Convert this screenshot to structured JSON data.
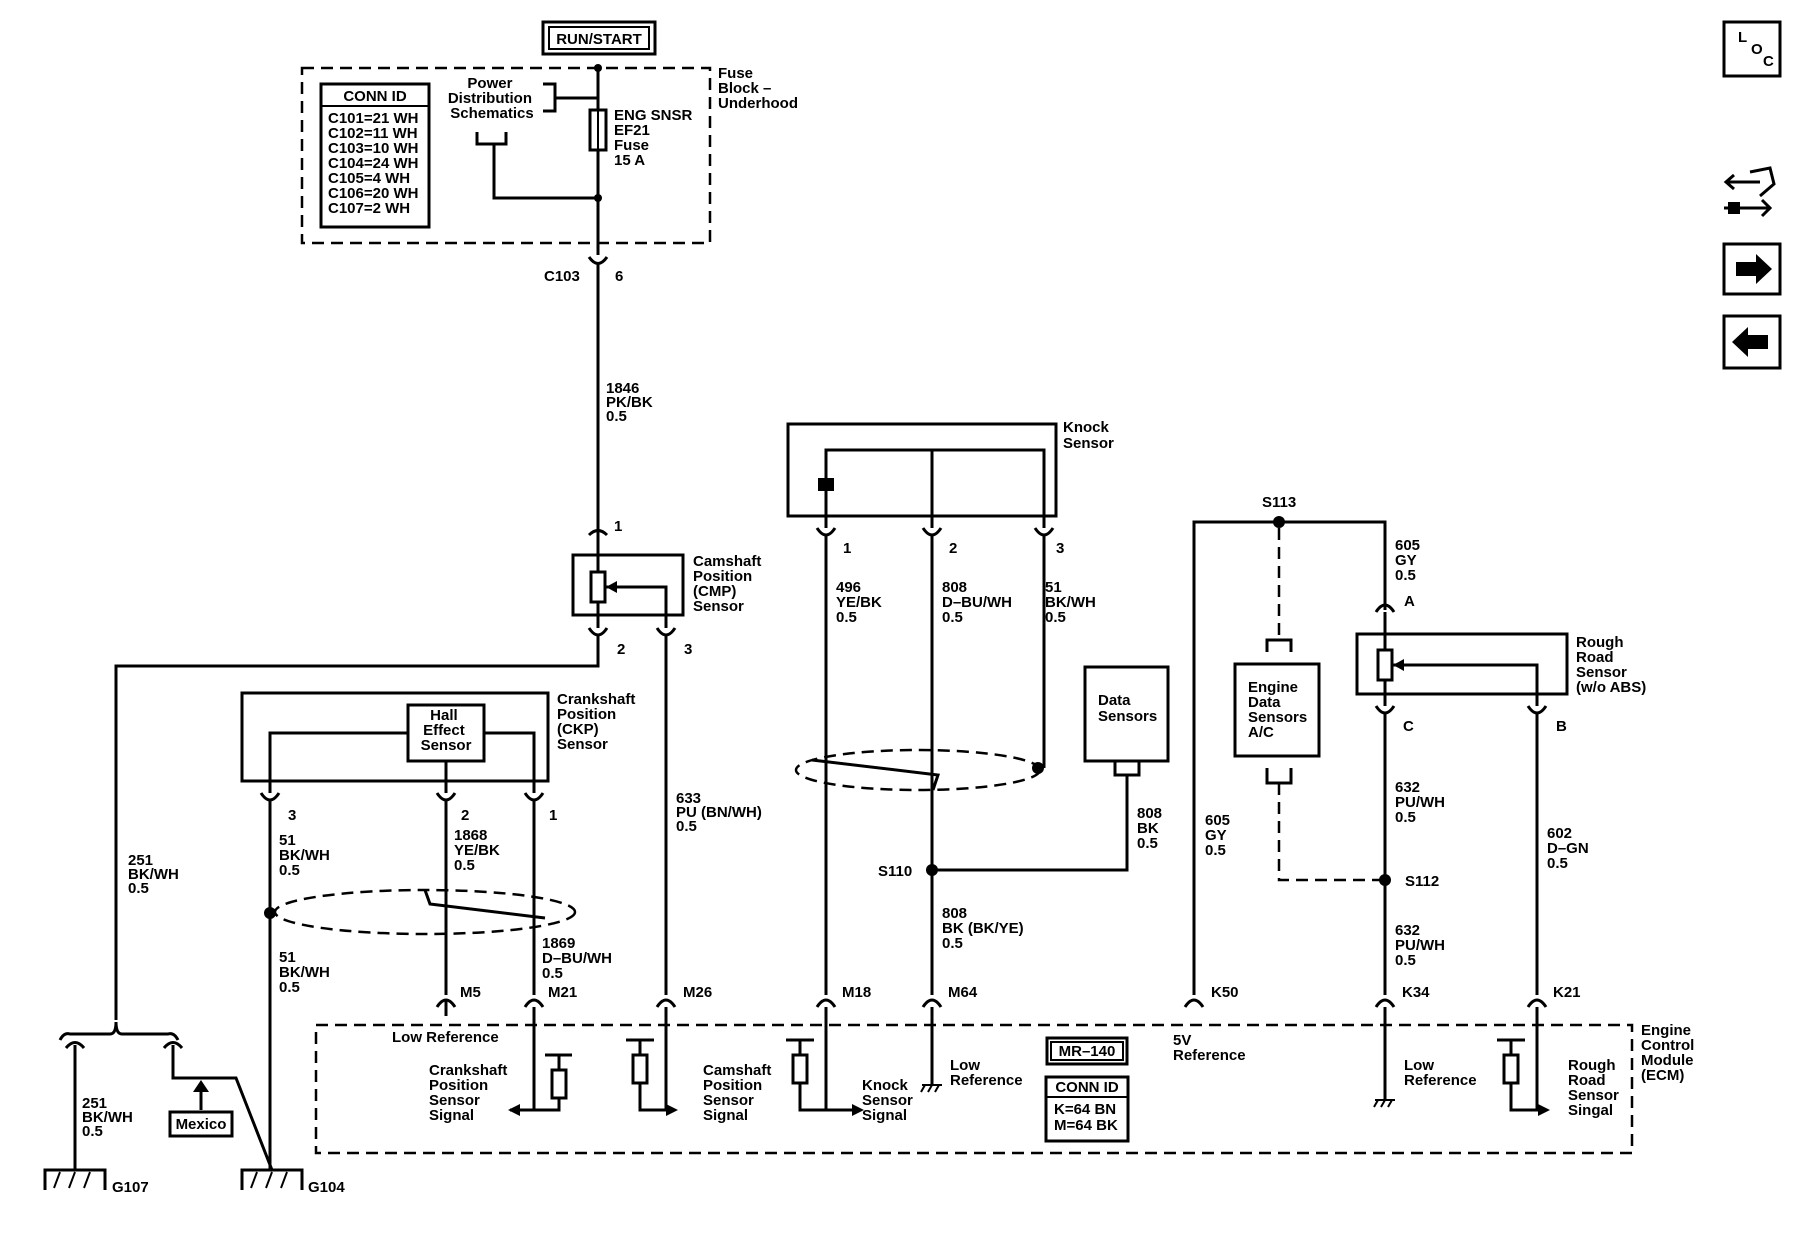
{
  "power": {
    "run_start": "RUN/START"
  },
  "fuse_block": {
    "title": [
      "Fuse",
      "Block –",
      "Underhood"
    ],
    "conn_id_title": "CONN ID",
    "conn_ids": [
      "C101=21 WH",
      "C102=11 WH",
      "C103=10 WH",
      "C104=24 WH",
      "C105=4 WH",
      "C106=20 WH",
      "C107=2 WH"
    ],
    "power_dist": [
      "Power",
      "Distribution",
      "Schematics"
    ],
    "fuse": [
      "ENG SNSR",
      "EF21",
      "Fuse",
      "15 A"
    ]
  },
  "connector_c103": {
    "name": "C103",
    "pin": "6"
  },
  "wires": {
    "w1846": [
      "1846",
      "PK/BK",
      "0.5"
    ],
    "w251a": [
      "251",
      "BK/WH",
      "0.5"
    ],
    "w251b": [
      "251",
      "BK/WH",
      "0.5"
    ],
    "w51a": [
      "51",
      "BK/WH",
      "0.5"
    ],
    "w51b": [
      "51",
      "BK/WH",
      "0.5"
    ],
    "w1868": [
      "1868",
      "YE/BK",
      "0.5"
    ],
    "w1869": [
      "1869",
      "D–BU/WH",
      "0.5"
    ],
    "w633": [
      "633",
      "PU (BN/WH)",
      "0.5"
    ],
    "w496": [
      "496",
      "YE/BK",
      "0.5"
    ],
    "w808a": [
      "808",
      "D–BU/WH",
      "0.5"
    ],
    "w51k": [
      "51",
      "BK/WH",
      "0.5"
    ],
    "w808b": [
      "808",
      "BK",
      "0.5"
    ],
    "w808c": [
      "808",
      "BK (BK/YE)",
      "0.5"
    ],
    "w605a": [
      "605",
      "GY",
      "0.5"
    ],
    "w605b": [
      "605",
      "GY",
      "0.5"
    ],
    "w632a": [
      "632",
      "PU/WH",
      "0.5"
    ],
    "w632b": [
      "632",
      "PU/WH",
      "0.5"
    ],
    "w602": [
      "602",
      "D–GN",
      "0.5"
    ]
  },
  "cmp": {
    "title": [
      "Camshaft",
      "Position",
      "(CMP)",
      "Sensor"
    ],
    "pins": [
      "1",
      "2",
      "3"
    ]
  },
  "ckp": {
    "title": [
      "Crankshaft",
      "Position",
      "(CKP)",
      "Sensor"
    ],
    "hall": [
      "Hall",
      "Effect",
      "Sensor"
    ],
    "pins": [
      "3",
      "2",
      "1"
    ]
  },
  "knock": {
    "title": [
      "Knock",
      "Sensor"
    ],
    "pins": [
      "1",
      "2",
      "3"
    ]
  },
  "data_sensors": [
    "Data",
    "Sensors"
  ],
  "engine_data": [
    "Engine",
    "Data",
    "Sensors",
    "A/C"
  ],
  "rough_road": {
    "title": [
      "Rough",
      "Road",
      "Sensor",
      "(w/o ABS)"
    ],
    "pins": [
      "A",
      "C",
      "B"
    ]
  },
  "splices": {
    "s110": "S110",
    "s112": "S112",
    "s113": "S113"
  },
  "grounds": {
    "g107": "G107",
    "g104": "G104"
  },
  "mexico": "Mexico",
  "ecm": {
    "title": [
      "Engine",
      "Control",
      "Module",
      "(ECM)"
    ],
    "pins": {
      "m5": "M5",
      "m21": "M21",
      "m26": "M26",
      "m18": "M18",
      "m64": "M64",
      "k50": "K50",
      "k34": "K34",
      "k21": "K21"
    },
    "low_ref_top": "Low Reference",
    "ckp_signal": [
      "Crankshaft",
      "Position",
      "Sensor",
      "Signal"
    ],
    "cmp_signal": [
      "Camshaft",
      "Position",
      "Sensor",
      "Signal"
    ],
    "knock_signal": [
      "Knock",
      "Sensor",
      "Signal"
    ],
    "low_ref_1": [
      "Low",
      "Reference"
    ],
    "mr": "MR–140",
    "conn_title": "CONN ID",
    "conn_lines": [
      "K=64 BN",
      "M=64 BK"
    ],
    "five_v": [
      "5V",
      "Reference"
    ],
    "low_ref_2": [
      "Low",
      "Reference"
    ],
    "rough_signal": [
      "Rough",
      "Road",
      "Sensor",
      "Singal"
    ]
  },
  "nav": {
    "loc": [
      "L",
      "O",
      "C"
    ]
  }
}
